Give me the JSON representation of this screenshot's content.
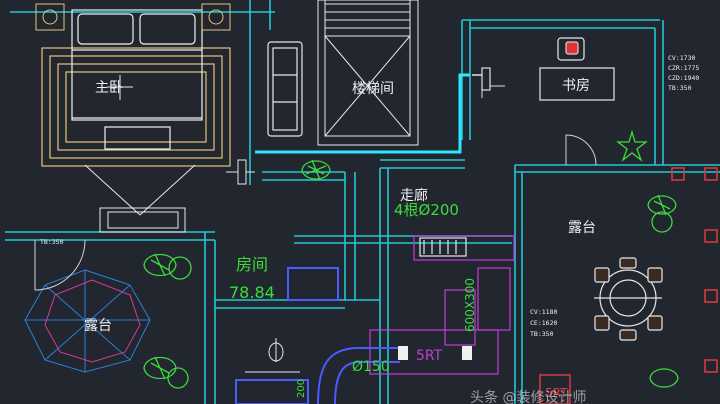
{
  "rooms": {
    "master_bedroom": "主卧",
    "stairwell": "楼梯间",
    "study": "书房",
    "corridor": "走廊",
    "room": "房间",
    "terrace_right": "露台",
    "terrace_left": "露台"
  },
  "annotations": {
    "corridor_pipe": "4根Ø200",
    "room_value": "78.84",
    "duct_size": "600X300",
    "pipe_dia": "Ø150",
    "unit_a": "5RT",
    "unit_b": "5RT",
    "duct_small": "200"
  },
  "spec_study": {
    "l1": "CV:1730",
    "l2": "CZR:1775",
    "l3": "CZD:1940",
    "l4": "TB:350"
  },
  "spec_left": {
    "l1": "TB:350"
  },
  "spec_center": {
    "l1": "CV:1180",
    "l2": "CE:1620",
    "l3": "TB:350"
  },
  "watermark": "头条 @装修设计师",
  "colors": {
    "background": "#21262f",
    "wall": "#22c7d6",
    "furniture": "#f0f0f0",
    "green_text": "#3cdc3c",
    "magenta": "#c23cd6",
    "blue": "#4a5cff",
    "red": "#e03a3a"
  }
}
